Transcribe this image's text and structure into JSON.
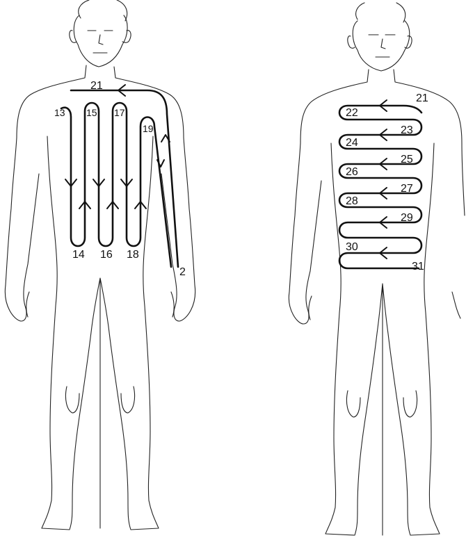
{
  "figures": [
    {
      "id": "left",
      "labels": [
        "21",
        "13",
        "15",
        "17",
        "19",
        "14",
        "16",
        "18",
        "2"
      ]
    },
    {
      "id": "right",
      "labels": [
        "21",
        "22",
        "23",
        "24",
        "25",
        "26",
        "27",
        "28",
        "29",
        "30",
        "31"
      ]
    }
  ]
}
